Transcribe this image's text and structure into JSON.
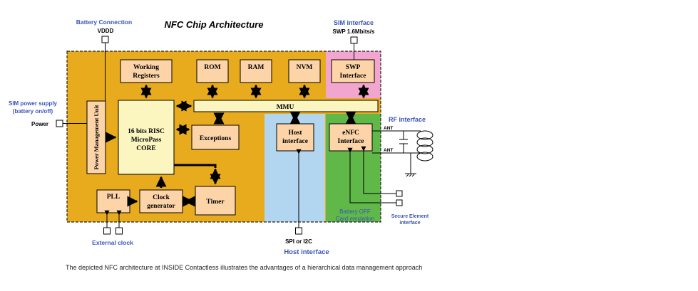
{
  "title": "NFC Chip Architecture",
  "labels": {
    "battery_connection": "Battery Connection",
    "vddd": "VDDD",
    "sim_interface": "SIM interface",
    "swp_rate": "SWP 1.6Mbits/s",
    "sim_power_supply_1": "SIM power supply",
    "sim_power_supply_2": "(battery on/off)",
    "power": "Power",
    "rf_interface": "RF interface",
    "ant1": "ANT",
    "ant2": "ANT",
    "battery_off_1": "Battery OFF",
    "battery_off_2": "Card emulation",
    "secure_element_1": "Secure Element",
    "secure_element_2": "interface",
    "external_clock": "External clock",
    "spi_i2c": "SPI or I2C",
    "host_interface": "Host interface"
  },
  "blocks": {
    "working_registers_1": "Working",
    "working_registers_2": "Registers",
    "rom": "ROM",
    "ram": "RAM",
    "nvm": "NVM",
    "swp_1": "SWP",
    "swp_2": "Interface",
    "mmu": "MMU",
    "power_mgmt": "Power Management Unit",
    "core_1": "16 bits RISC",
    "core_2": "MicroPass",
    "core_3": "CORE",
    "exceptions": "Exceptions",
    "host_1": "Host",
    "host_2": "interface",
    "enfc_1": "eNFC",
    "enfc_2": "Interface",
    "pll": "PLL",
    "clock_1": "Clock",
    "clock_2": "generator",
    "timer": "Timer"
  },
  "caption": "The depicted NFC architecture at INSIDE Contactless illustrates the advantages of a hierarchical data management approach",
  "colors": {
    "chip_bg": "#e8ab1e",
    "block_fill": "#fcd4a8",
    "core_fill": "#fbf5c0",
    "mmu_fill": "#fbf5c0",
    "sim_region": "#f2a6cf",
    "host_region": "#b3d6f0",
    "rf_region": "#5fb848",
    "blue_label": "#3a55b8"
  }
}
